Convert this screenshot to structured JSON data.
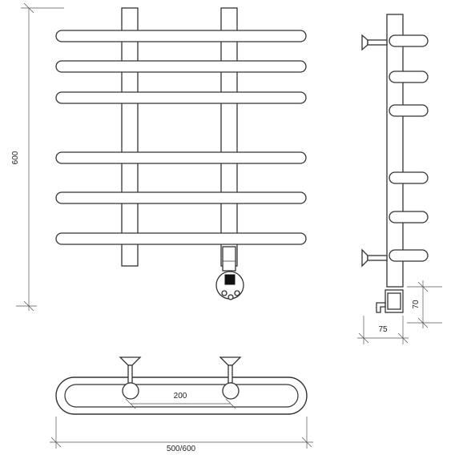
{
  "dimensions": {
    "height_label": "600",
    "width_label": "500/600",
    "spacing_label": "200",
    "depth_label": "75",
    "connection_label": "70"
  }
}
